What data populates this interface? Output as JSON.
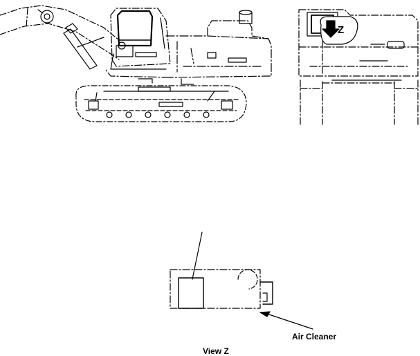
{
  "labels": {
    "air_cleaner": "Air Cleaner",
    "view_title": "View Z",
    "view_marker": "Z"
  },
  "colors": {
    "line": "#000000",
    "background": "#ffffff"
  }
}
